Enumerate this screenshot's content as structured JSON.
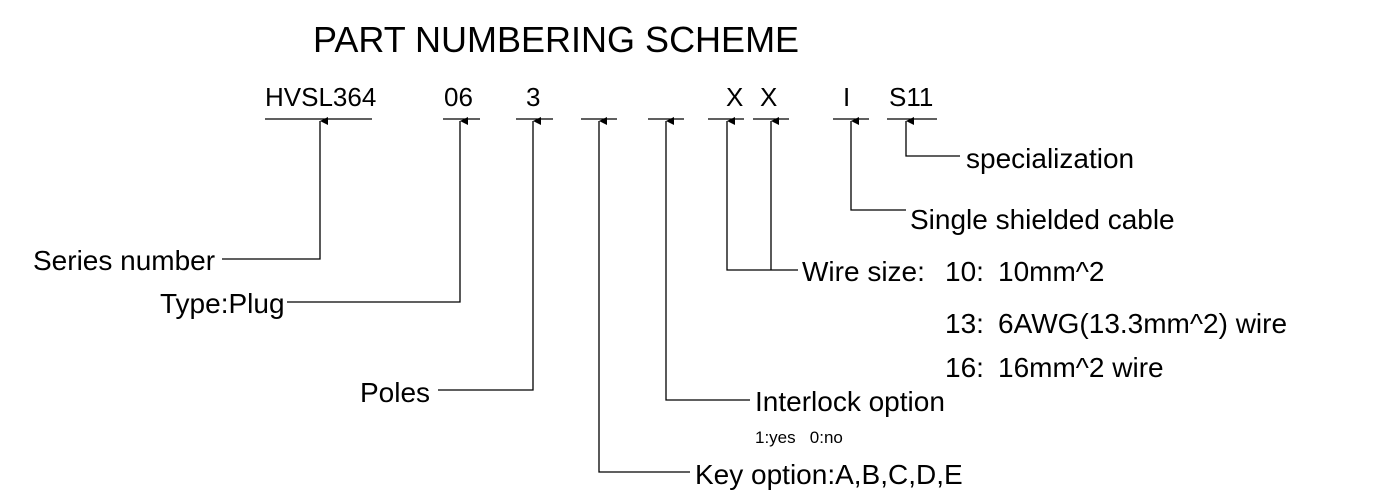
{
  "title": "PART NUMBERING SCHEME",
  "segments": {
    "series": "HVSL364",
    "type": "06",
    "poles": "3",
    "key": "",
    "interlock": "",
    "wire1": "X",
    "wire2": "X",
    "shield": "I",
    "spec": "S11"
  },
  "labels": {
    "series": "Series number",
    "type": "Type:Plug",
    "poles": "Poles",
    "interlock": "Interlock option",
    "interlock_values": "1:yes   0:no",
    "key": "Key option:A,B,C,D,E",
    "wire": "Wire size:",
    "wire_options": [
      {
        "code": "10:",
        "desc": "10mm^2"
      },
      {
        "code": "13:",
        "desc": "6AWG(13.3mm^2) wire"
      },
      {
        "code": "16:",
        "desc": "16mm^2 wire"
      }
    ],
    "shield": "Single shielded cable",
    "spec": "specialization"
  }
}
